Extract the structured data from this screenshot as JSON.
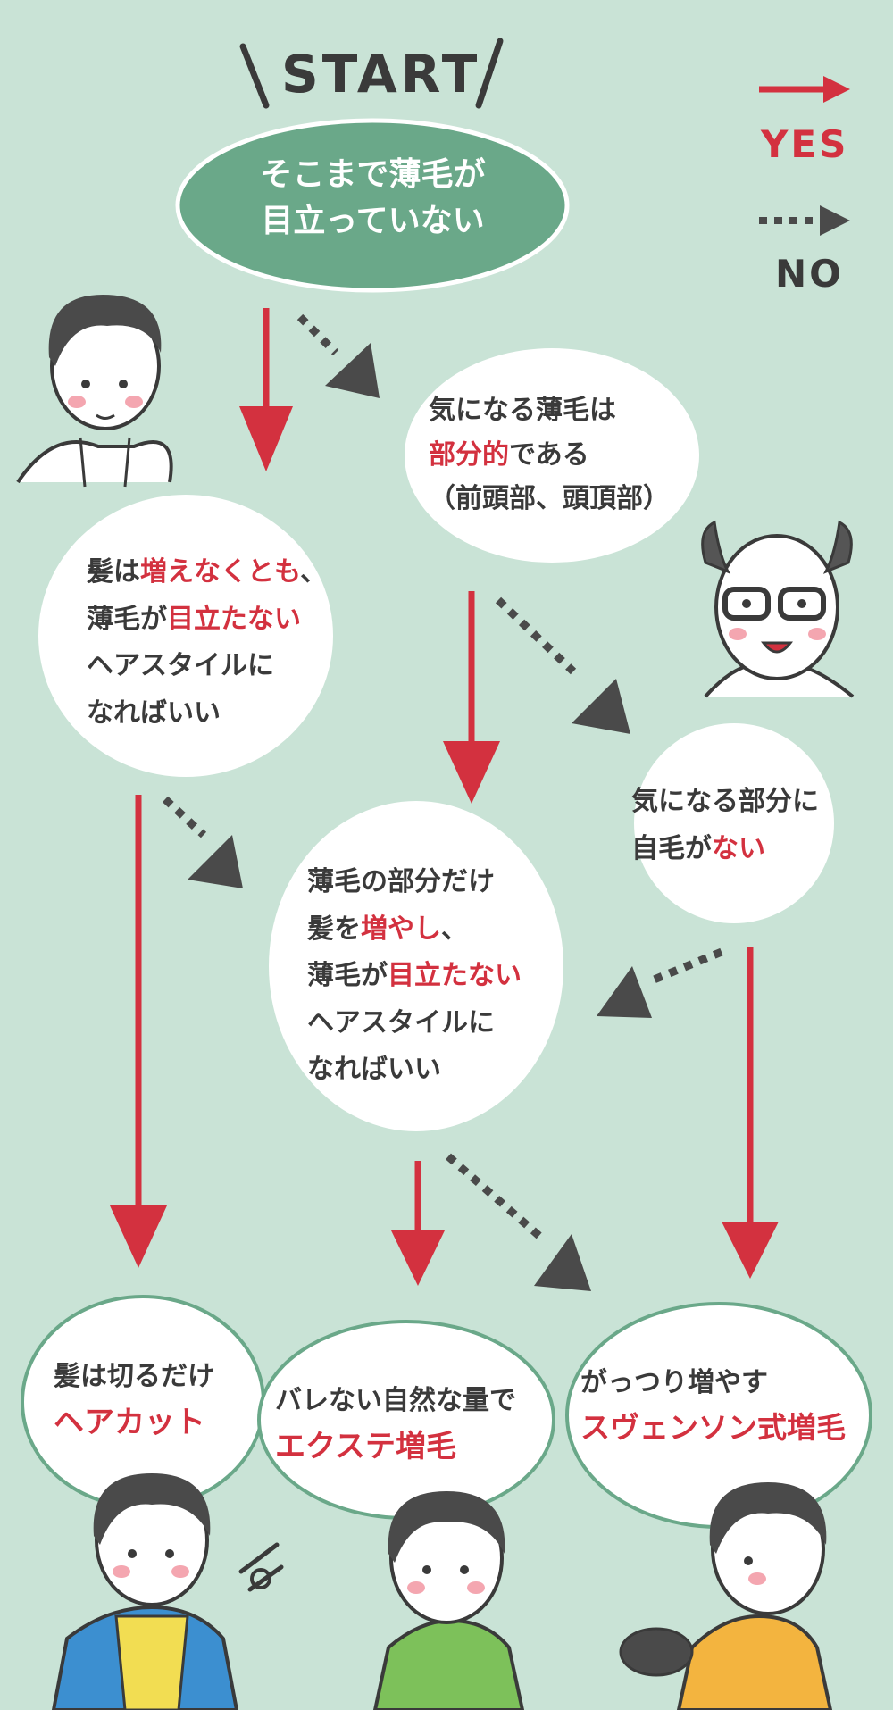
{
  "start": {
    "label": "START",
    "text_line1": "そこまで薄毛が",
    "text_line2": "目立っていない"
  },
  "legend": {
    "yes_label": "YES",
    "no_label": "NO"
  },
  "nodes": {
    "partial": {
      "line1": "気になる薄毛は",
      "line2_red": "部分的",
      "line2_rest": "である",
      "line3": "（前頭部、頭頂部）"
    },
    "no_increase": {
      "line1_a": "髪は",
      "line1_red": "増えなくとも",
      "line1_b": "、",
      "line2_a": "薄毛が",
      "line2_red": "目立たない",
      "line3": "ヘアスタイルに",
      "line4": "なればいい"
    },
    "own_hair": {
      "line1": "気になる部分に",
      "line2_a": "自毛が",
      "line2_red": "ない"
    },
    "partial_increase": {
      "line1": "薄毛の部分だけ",
      "line2_a": "髪を",
      "line2_red": "増やし",
      "line2_b": "、",
      "line3_a": "薄毛が",
      "line3_red": "目立たない",
      "line4": "ヘアスタイルに",
      "line5": "なればいい"
    }
  },
  "results": [
    {
      "line1": "髪は切るだけ",
      "line2": "ヘアカット"
    },
    {
      "line1": "バレない自然な量で",
      "line2": "エクステ増毛"
    },
    {
      "line1": "がっつり増やす",
      "line2": "スヴェンソン式増毛"
    }
  ],
  "colors": {
    "background": "#c9e3d6",
    "start_bubble": "#6aa889",
    "yes_arrow": "#d3313f",
    "no_arrow": "#4a4a4a",
    "text": "#3a3a3a",
    "highlight": "#d3313f"
  }
}
